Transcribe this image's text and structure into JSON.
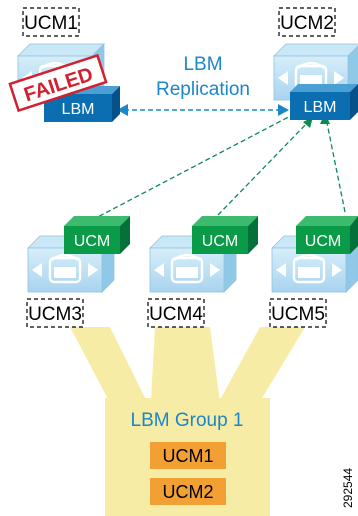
{
  "nodes": {
    "ucm1": {
      "label": "UCM1",
      "status": "FAILED",
      "lbm": "LBM"
    },
    "ucm2": {
      "label": "UCM2",
      "lbm": "LBM"
    },
    "ucm3": {
      "label": "UCM3",
      "module": "UCM"
    },
    "ucm4": {
      "label": "UCM4",
      "module": "UCM"
    },
    "ucm5": {
      "label": "UCM5",
      "module": "UCM"
    }
  },
  "replication": {
    "line1": "LBM",
    "line2": "Replication"
  },
  "group": {
    "title": "LBM Group 1",
    "members": [
      "UCM1",
      "UCM2"
    ]
  },
  "figure_id": "292544",
  "colors": {
    "lbm_blue": "#0a6eb0",
    "ucm_green": "#0a9b49",
    "member_orange": "#f2a033",
    "group_yellow": "#f6eca6",
    "failed_red": "#d1202f",
    "replication_text": "#1b86c8",
    "router_body": "#b9dff2"
  }
}
